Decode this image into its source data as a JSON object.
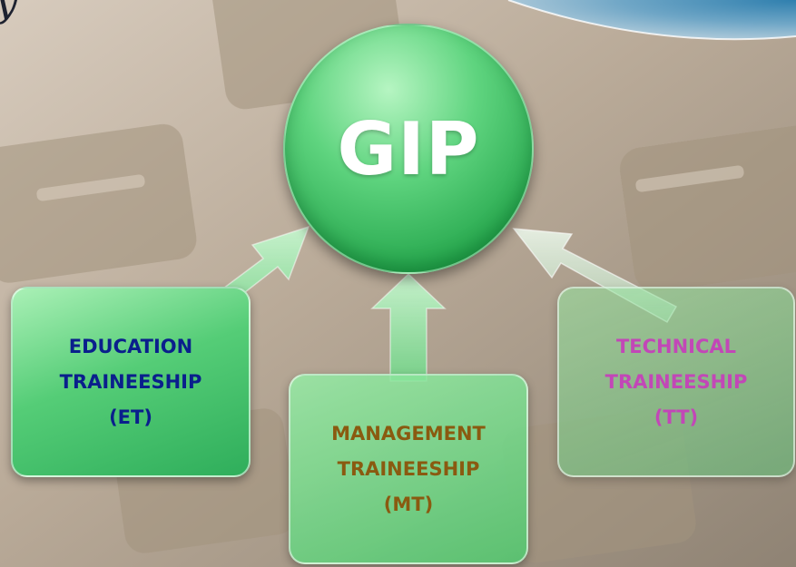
{
  "title_fragment": "y",
  "center": {
    "label": "GIP"
  },
  "boxes": [
    {
      "key": "et",
      "lines": [
        "EDUCATION",
        "TRAINEESHIP",
        "(ET)"
      ],
      "color": "#0a1f8c"
    },
    {
      "key": "mt",
      "lines": [
        "MANAGEMENT",
        "TRAINEESHIP",
        "(MT)"
      ],
      "color": "#8a5a10"
    },
    {
      "key": "tt",
      "lines": [
        "TECHNICAL",
        "TRAINEESHIP",
        "(TT)"
      ],
      "color": "#c247b7"
    }
  ],
  "colors": {
    "circle": "#3cbf63",
    "arrow": "#7fe08f"
  },
  "edges": [
    {
      "from": "et",
      "to": "gip"
    },
    {
      "from": "mt",
      "to": "gip"
    },
    {
      "from": "tt",
      "to": "gip"
    }
  ]
}
